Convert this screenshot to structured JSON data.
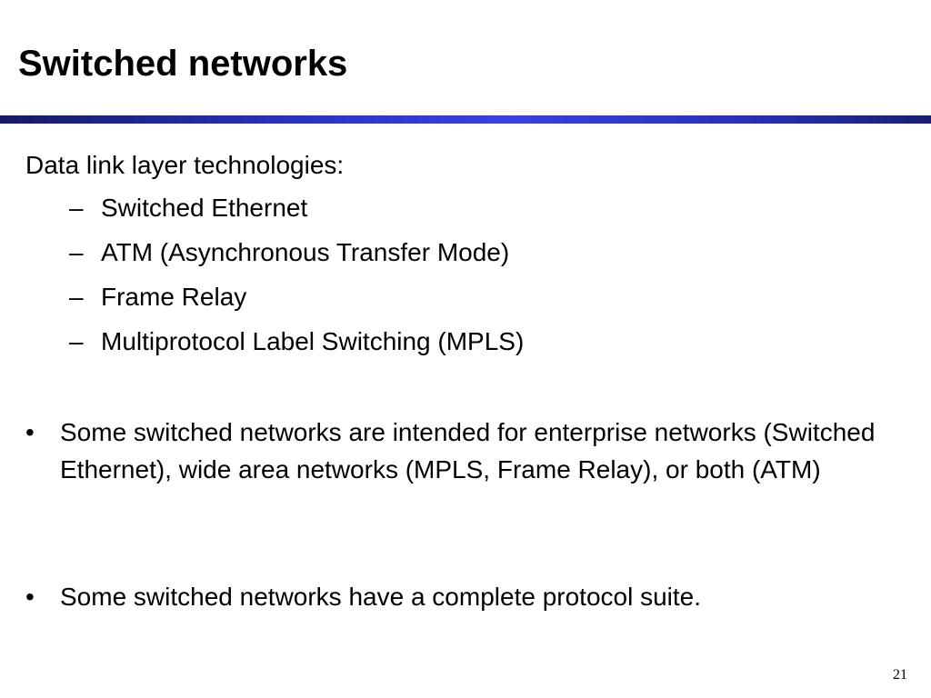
{
  "slide": {
    "title": "Switched networks",
    "intro": "Data link layer technologies:",
    "sub_items": [
      "Switched Ethernet",
      "ATM (Asynchronous Transfer Mode)",
      "Frame Relay",
      "Multiprotocol Label Switching (MPLS)"
    ],
    "dash_marker": "–",
    "bullet_marker": "•",
    "bullets": [
      "Some switched networks are intended for enterprise networks (Switched Ethernet), wide area networks (MPLS, Frame Relay), or both (ATM)",
      "Some switched networks have a complete protocol suite."
    ],
    "page_number": "21"
  },
  "colors": {
    "rule_dark": "#161a66",
    "rule_bright": "#3a41e0",
    "text": "#000000",
    "background": "#ffffff"
  }
}
